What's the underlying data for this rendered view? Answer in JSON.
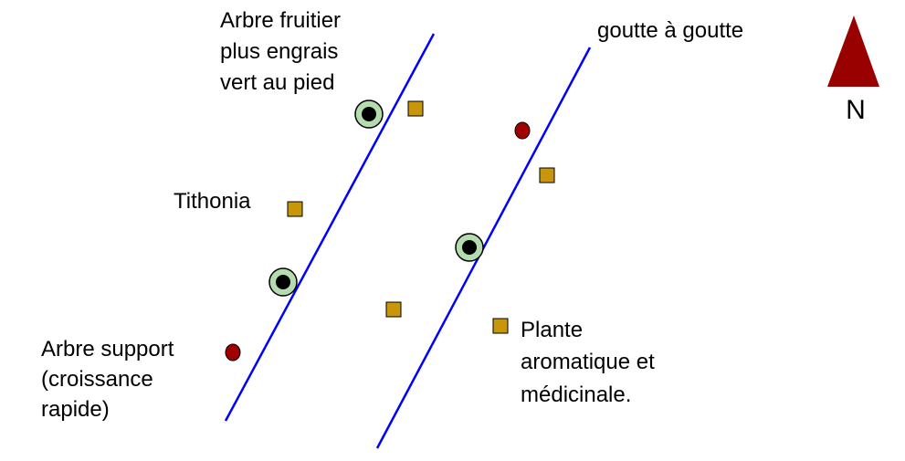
{
  "labels": {
    "fruit_tree": [
      "Arbre fruitier",
      "plus engrais",
      "vert au pied"
    ],
    "drip": "goutte à goutte",
    "tithonia": "Tithonia",
    "support_tree": [
      "Arbre support",
      "(croissance",
      "rapide)"
    ],
    "aromatic": [
      "Plante",
      "aromatique et",
      "médicinale."
    ],
    "north": "N"
  },
  "colors": {
    "drip_line": "#0000ff",
    "fruit_tree_ring": "#b5dcae",
    "support_tree": "#a00000",
    "plant_square": "#c8960a",
    "north_arrow": "#990000"
  }
}
